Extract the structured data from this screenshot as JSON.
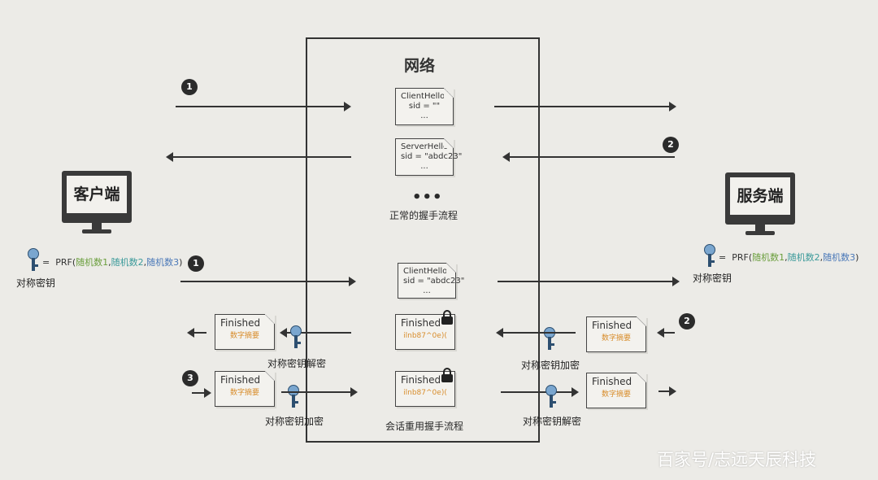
{
  "network": {
    "title": "网络",
    "normal_caption": "正常的握手流程",
    "resume_caption": "会话重用握手流程",
    "ellipsis": "•••"
  },
  "client": {
    "label": "客户端"
  },
  "server": {
    "label": "服务端"
  },
  "steps": {
    "s1": "1",
    "s2": "2",
    "s3": "3"
  },
  "messages": {
    "client_hello_1": {
      "title": "ClientHello",
      "line2": "sid = \"\"",
      "line3": "..."
    },
    "server_hello": {
      "title": "ServerHello",
      "line2": "sid = \"abdc23\"",
      "line3": "..."
    },
    "client_hello_2": {
      "title": "ClientHello",
      "line2": "sid = \"abdc23\"",
      "line3": "..."
    },
    "finished_title": "Finished",
    "digest": "数字摘要",
    "encrypted": "ilnb87^0e)("
  },
  "prf": {
    "equals": "=",
    "fn_open": "PRF(",
    "r1": "随机数1",
    "comma": ",",
    "r2": "随机数2",
    "r3": "随机数3",
    "close": ")"
  },
  "labels": {
    "sym_key": "对称密钥",
    "sym_decrypt": "对称密钥解密",
    "sym_encrypt": "对称密钥加密"
  },
  "icons": {
    "key": "key-icon",
    "lock": "lock-icon",
    "monitor": "monitor-icon"
  },
  "colors": {
    "key": "#7aa6cf",
    "digest": "#d88d2c",
    "r1": "#6a9e3c",
    "r2": "#3b9a9a",
    "r3": "#4a78b8"
  },
  "watermark": "百家号/志远天辰科技"
}
